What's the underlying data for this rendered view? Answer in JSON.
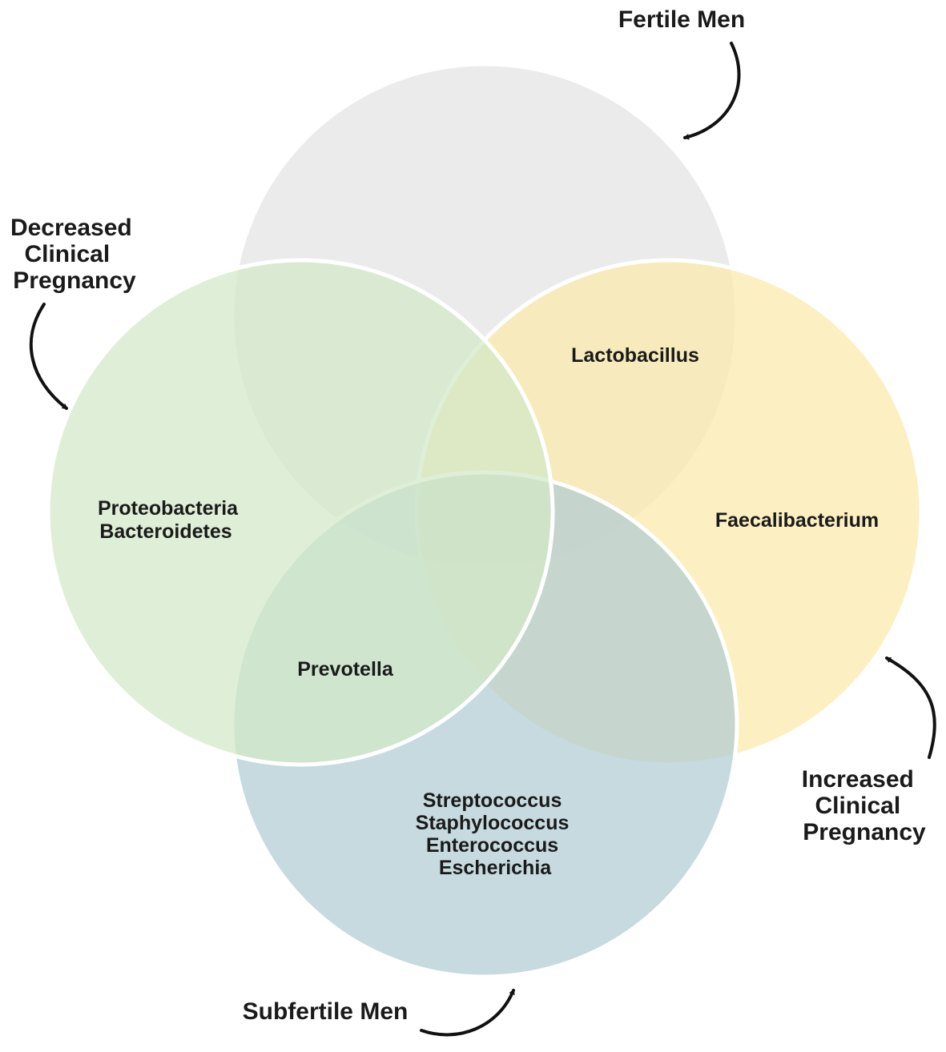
{
  "sets": {
    "fertile_men": {
      "name": "Fertile Men",
      "color": "#e3e3e3"
    },
    "decreased_pregnancy": {
      "name": [
        "Decreased",
        "Clinical",
        "Pregnancy"
      ],
      "color": "#d3e9c8"
    },
    "increased_pregnancy": {
      "name": [
        "Increased",
        "Clinical",
        "Pregnancy"
      ],
      "color": "#fbe9a9"
    },
    "subfertile_men": {
      "name": "Subfertile Men",
      "color": "#b2ccd3"
    }
  },
  "regions": {
    "lactobacillus": [
      "Lactobacillus"
    ],
    "decreased_only": [
      "Proteobacteria",
      "Bacteroidetes"
    ],
    "increased_only": [
      "Faecalibacterium"
    ],
    "prevotella": [
      "Prevotella"
    ],
    "subfertile_only": [
      "Streptococcus",
      "Staphylococcus",
      "Enterococcus",
      "Escherichia"
    ]
  },
  "style": {
    "circle_opacity": 0.72,
    "outline_color": "#ffffff"
  }
}
